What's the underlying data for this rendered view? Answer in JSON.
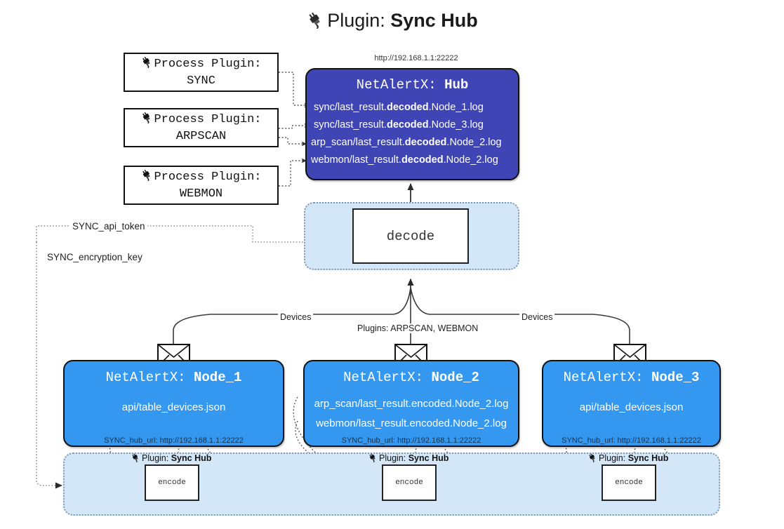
{
  "header": {
    "icon": "plug-icon",
    "prefix": "Plugin:",
    "name": "Sync Hub"
  },
  "hub": {
    "url": "http://192.168.1.1:22222",
    "title_prefix": "NetAlertX:",
    "title_name": "Hub",
    "color": "#3f45b4",
    "lines": [
      {
        "pre": "sync/last_result.",
        "bold": "decoded",
        "post": ".Node_1.log"
      },
      {
        "pre": "sync/last_result.",
        "bold": "decoded",
        "post": ".Node_3.log"
      },
      {
        "pre": "arp_scan/last_result.",
        "bold": "decoded",
        "post": ".Node_2.log"
      },
      {
        "pre": "webmon/last_result.",
        "bold": "decoded",
        "post": ".Node_2.log"
      }
    ]
  },
  "process_plugins": [
    {
      "icon": "plug-icon",
      "line1": "Process Plugin:",
      "line2": "SYNC"
    },
    {
      "icon": "plug-icon",
      "line1": "Process Plugin:",
      "line2": "ARPSCAN"
    },
    {
      "icon": "plug-icon",
      "line1": "Process Plugin:",
      "line2": "WEBMON"
    }
  ],
  "decode": {
    "label": "decode",
    "container_color": "#d4e7f9"
  },
  "settings": [
    {
      "label": "SYNC_api_token"
    },
    {
      "label": "SYNC_encryption_key"
    }
  ],
  "edge_labels": {
    "devices_left": "Devices",
    "plugins_center": "Plugins: ARPSCAN, WEBMON",
    "devices_right": "Devices"
  },
  "nodes": [
    {
      "icon": "envelope-icon",
      "title_prefix": "NetAlertX:",
      "title_name": "Node_1",
      "color": "#3498f0",
      "lines": [
        "api/table_devices.json"
      ],
      "footer": "SYNC_hub_url: http://192.168.1.1:22222"
    },
    {
      "icon": "envelope-icon",
      "title_prefix": "NetAlertX:",
      "title_name": "Node_2",
      "color": "#3498f0",
      "lines": [
        "arp_scan/last_result.encoded.Node_2.log",
        "webmon/last_result.encoded.Node_2.log"
      ],
      "footer": "SYNC_hub_url: http://192.168.1.1:22222"
    },
    {
      "icon": "envelope-icon",
      "title_prefix": "NetAlertX:",
      "title_name": "Node_3",
      "color": "#3498f0",
      "lines": [
        "api/table_devices.json"
      ],
      "footer": "SYNC_hub_url: http://192.168.1.1:22222"
    }
  ],
  "encoders": [
    {
      "icon": "plug-icon",
      "tag_prefix": "Plugin:",
      "tag_name": "Sync Hub",
      "label": "encode"
    },
    {
      "icon": "plug-icon",
      "tag_prefix": "Plugin:",
      "tag_name": "Sync Hub",
      "label": "encode"
    },
    {
      "icon": "plug-icon",
      "tag_prefix": "Plugin:",
      "tag_name": "Sync Hub",
      "label": "encode"
    }
  ]
}
